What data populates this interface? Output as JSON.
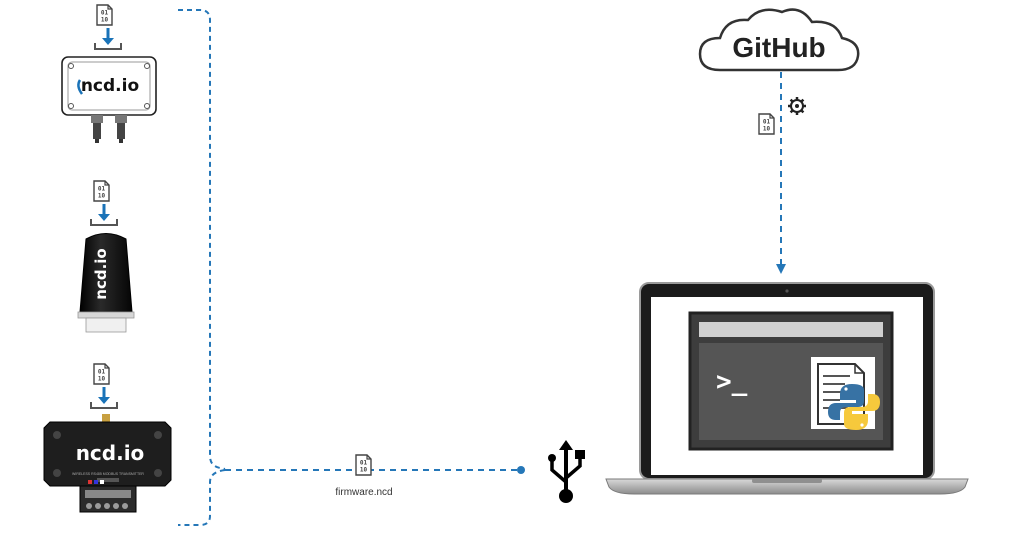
{
  "diagram": {
    "cloud_label": "GitHub",
    "firmware_filename": "firmware.ncd",
    "brand": "ncd.io",
    "brand_mark": "ncd.io",
    "file_glyph_top": "01",
    "file_glyph_bottom": "10",
    "terminal_prompt": ">_",
    "module_caption": "WIRELESS RS485 MODBUS TRANSMITTER",
    "icons": [
      "binary-file-icon",
      "download-arrow-icon",
      "gear-icon",
      "usb-icon",
      "terminal-icon",
      "python-file-icon",
      "cloud-icon",
      "laptop-icon"
    ],
    "colors": {
      "accent": "#1a73b8",
      "line": "#2577b8",
      "device_dark": "#111111",
      "screen_dark": "#3d3d3d",
      "cloud_stroke": "#333333"
    }
  }
}
